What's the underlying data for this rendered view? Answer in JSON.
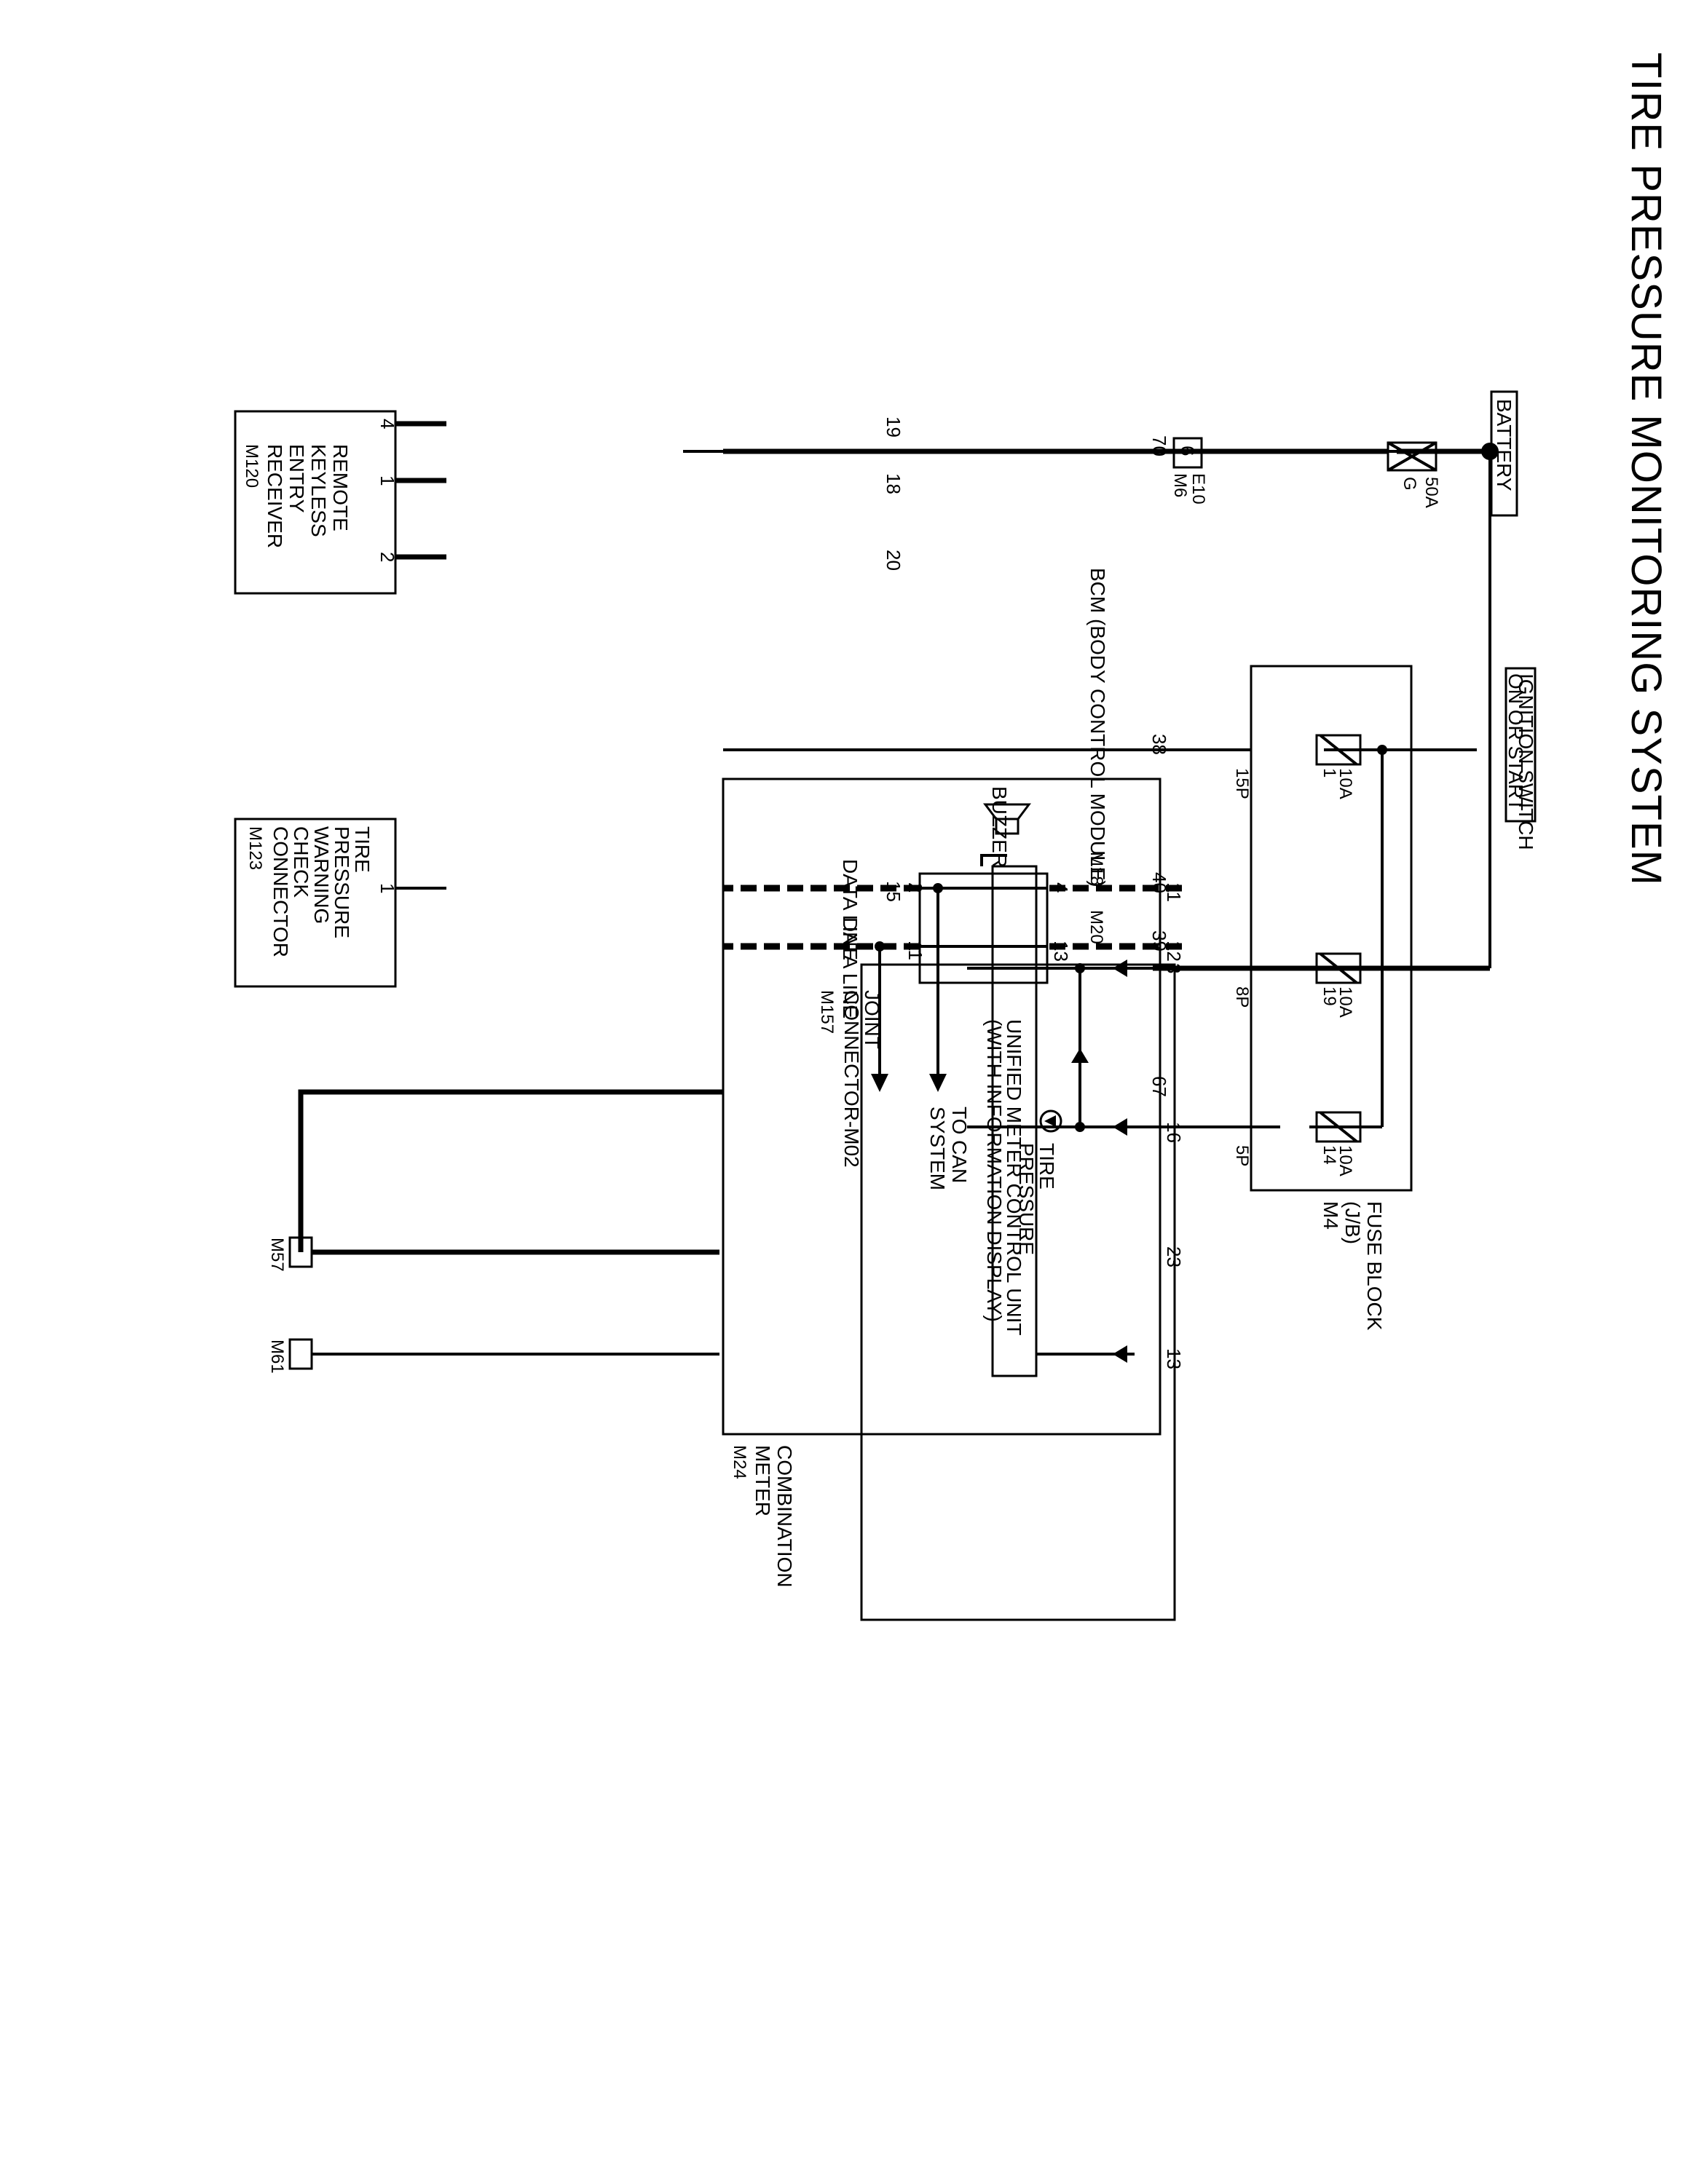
{
  "title": "TIRE PRESSURE MONITORING SYSTEM",
  "battery": "BATTERY",
  "ignition": {
    "line1": "IGNITION SWITCH",
    "line2": "ON OR START"
  },
  "fusible_link": {
    "rating": "50A",
    "id": "G"
  },
  "connector_e10": {
    "pin": "6",
    "conn1": "E10",
    "conn2": "M6"
  },
  "fuse_block": {
    "label1": "FUSE BLOCK",
    "label2": "(J/B)",
    "conn": "M4",
    "fuses": [
      {
        "rating": "10A",
        "num": "1",
        "pin": "15P"
      },
      {
        "rating": "10A",
        "num": "19",
        "pin": "8P"
      },
      {
        "rating": "10A",
        "num": "14",
        "pin": "5P"
      }
    ]
  },
  "bcm": {
    "label": "BCM (BODY CONTROL MODULE)",
    "conn1": "M18",
    "conn2": "M20",
    "pins": {
      "p70": "70",
      "p38": "38",
      "p40": "40",
      "p39": "39",
      "p67": "67",
      "p19": "19",
      "p18": "18",
      "p20": "20",
      "p15": "15"
    }
  },
  "rke": {
    "line1": "REMOTE",
    "line2": "KEYLESS",
    "line3": "ENTRY",
    "line4": "RECEIVER",
    "conn": "M120",
    "pins": {
      "p4": "4",
      "p1": "1",
      "p2": "2"
    }
  },
  "check_connector": {
    "line1": "TIRE",
    "line2": "PRESSURE",
    "line3": "WARNING",
    "line4": "CHECK",
    "line5": "CONNECTOR",
    "conn": "M123",
    "pin": "1"
  },
  "data_line_label": "DATA LINE",
  "joint": {
    "line1": "JOINT",
    "line2": "CONNECTOR-M02",
    "conn": "M157",
    "pins": {
      "p2": "2",
      "p4": "4",
      "p11": "11",
      "p13": "13"
    }
  },
  "to_can": {
    "line1": "TO CAN",
    "line2": "SYSTEM"
  },
  "combination_meter": {
    "line1": "COMBINATION",
    "line2": "METER",
    "conn": "M24",
    "pins": {
      "p3": "3",
      "p16": "16",
      "p11": "11",
      "p12": "12",
      "p23": "23",
      "p13": "13"
    }
  },
  "unified_meter": {
    "line1": "UNIFIED METER CONTROL UNIT",
    "line2": "(WITH INFORMATION DISPLAY)"
  },
  "buzzer": "BUZZER",
  "tire_pressure": {
    "line1": "TIRE",
    "line2": "PRESSURE"
  },
  "grounds": [
    "M57",
    "M61"
  ]
}
